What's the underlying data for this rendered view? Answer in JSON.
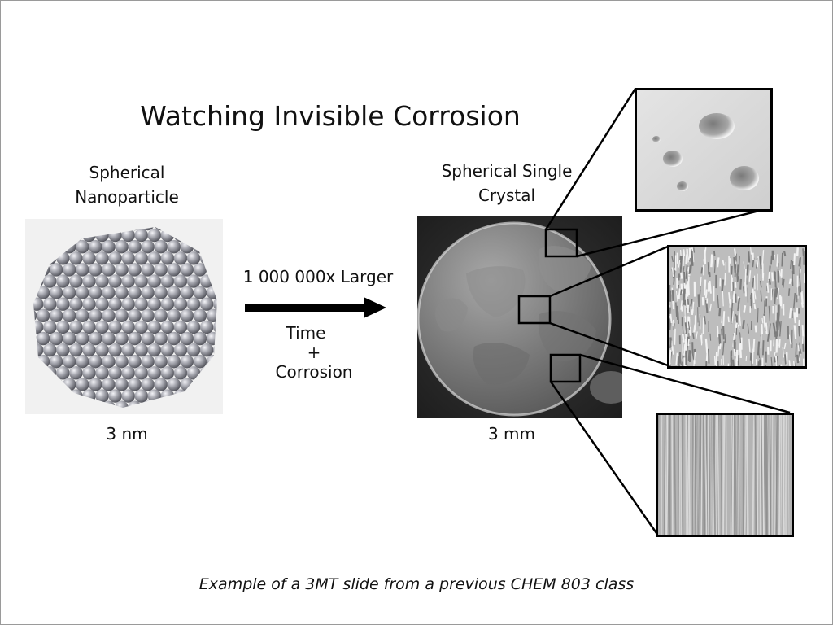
{
  "slide": {
    "title": "Watching Invisible Corrosion",
    "left_panel": {
      "label_line1": "Spherical",
      "label_line2": "Nanoparticle",
      "scale": "3 nm"
    },
    "arrow": {
      "top_text": "1 000 000x Larger",
      "bottom_line1": "Time",
      "bottom_line2": "+",
      "bottom_line3": "Corrosion"
    },
    "right_panel": {
      "label_line1": "Spherical Single",
      "label_line2": "Crystal",
      "scale": "3 mm"
    },
    "caption": "Example of a 3MT slide from a previous CHEM 803 class"
  }
}
